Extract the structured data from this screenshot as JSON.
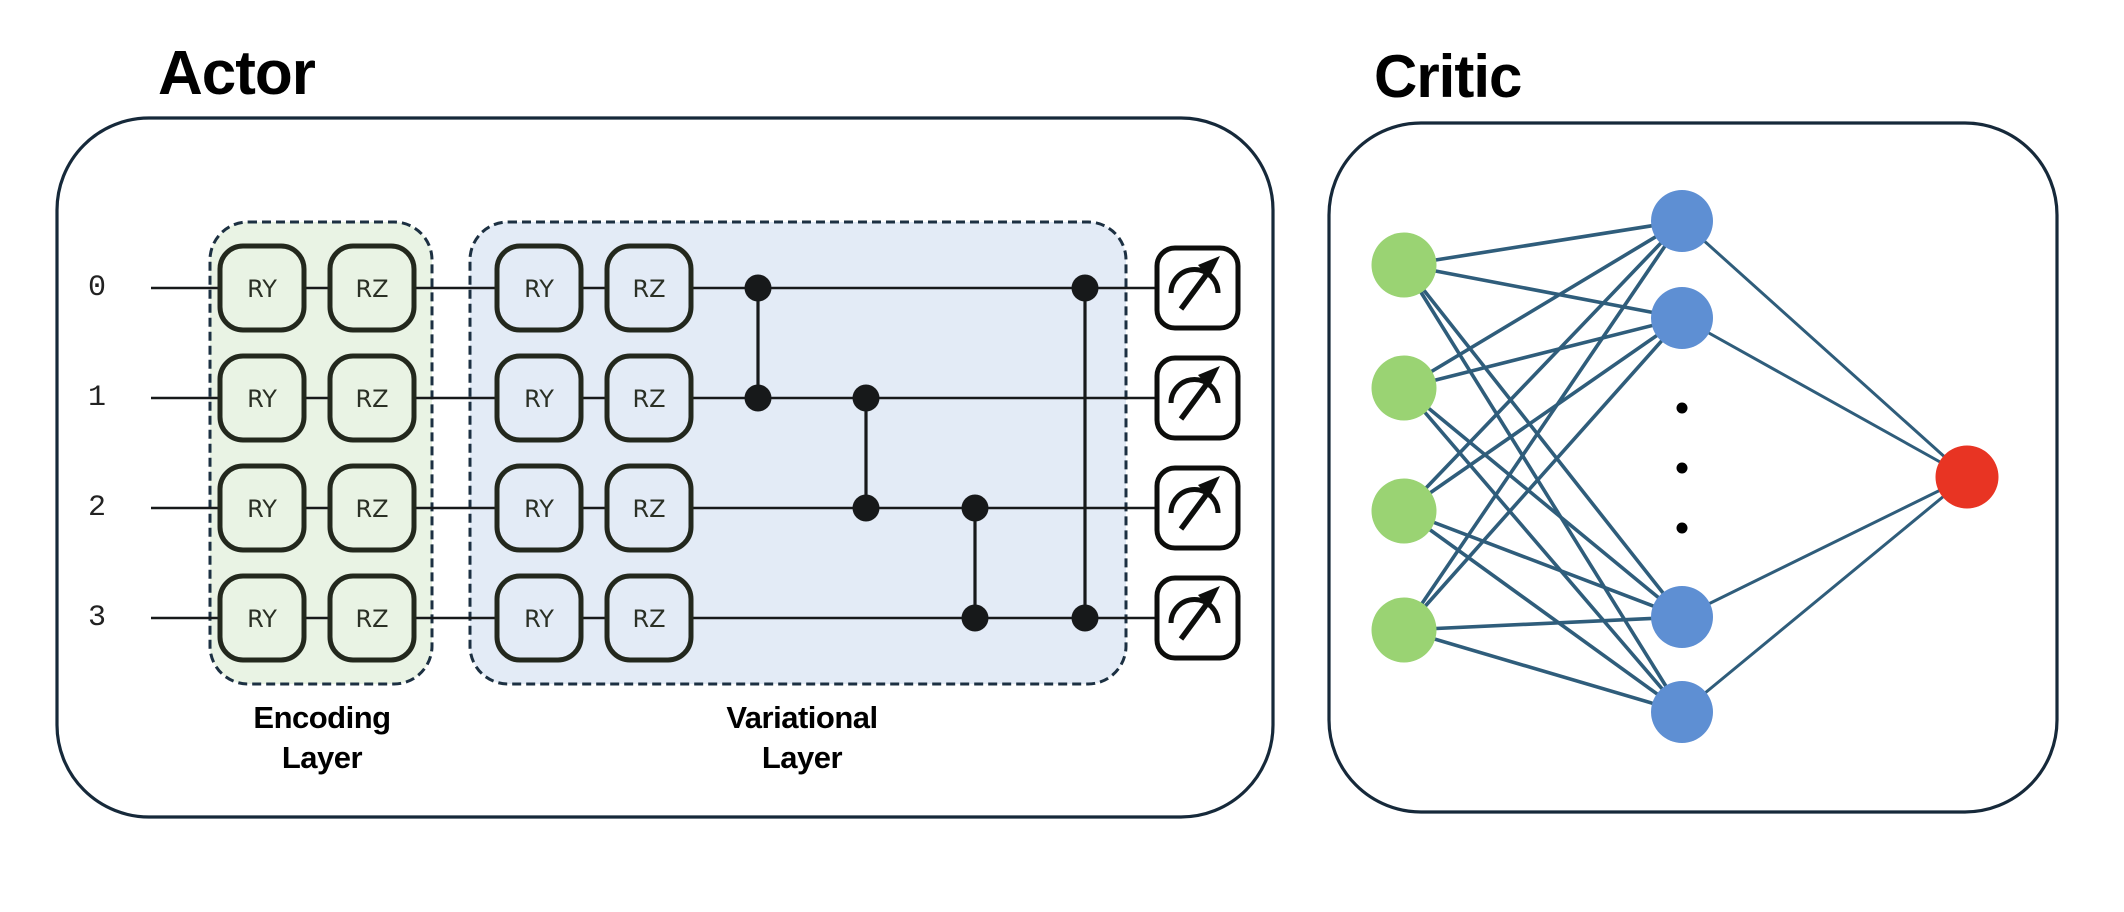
{
  "actor": {
    "title": "Actor",
    "qubit_labels": [
      "0",
      "1",
      "2",
      "3"
    ],
    "encoding_layer": {
      "label": "Encoding\nLayer",
      "gate_sequence": [
        "RY",
        "RZ"
      ]
    },
    "variational_layer": {
      "label": "Variational\nLayer",
      "gate_sequence": [
        "RY",
        "RZ"
      ]
    },
    "entangling_gates": [
      {
        "from": 0,
        "to": 1
      },
      {
        "from": 1,
        "to": 2
      },
      {
        "from": 2,
        "to": 3
      },
      {
        "from": 0,
        "to": 3
      }
    ],
    "measurement_count": 4
  },
  "critic": {
    "title": "Critic",
    "input_node_count": 4,
    "hidden_node_visible_count": 4,
    "hidden_ellipsis_dot_count": 3,
    "output_node_count": 1
  },
  "colors": {
    "panel_border": "#16293a",
    "wire": "#17191a",
    "gate_border": "#23281d",
    "gate_text": "#2b3025",
    "encoding_fill": "#e9f3e4",
    "variational_fill": "#e3ebf6",
    "dashed_border": "#1c3042",
    "measure_ink": "#0d0e0c",
    "input_node_green": "#9ad373",
    "hidden_node_blue": "#5e8fd3",
    "output_node_red": "#e83423",
    "edge_line": "#2f5d7b",
    "ellipsis_dot": "#000000"
  }
}
